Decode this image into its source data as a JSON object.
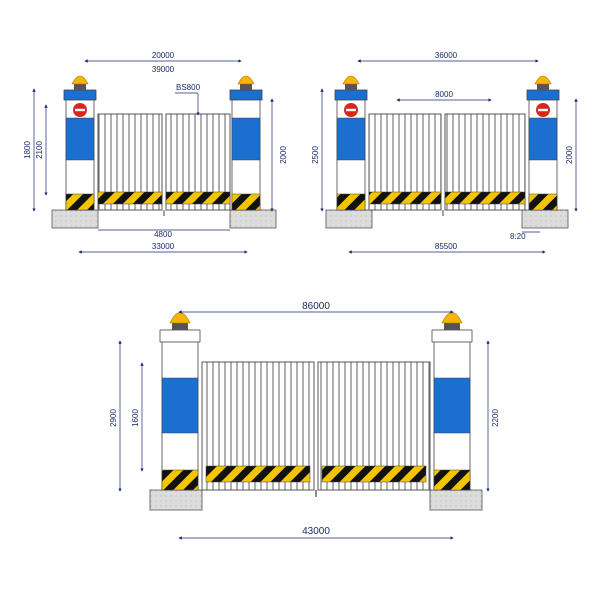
{
  "colors": {
    "post_blue": "#1a6fd1",
    "post_white": "#ffffff",
    "hazard_yellow": "#f2c500",
    "hazard_black": "#111111",
    "lamp_yellow": "#f7b500",
    "dimension": "#1a2a6c",
    "foundation": "#d9d9d9",
    "no_entry_red": "#d7261e"
  },
  "icons": [
    "warning-lamp-icon",
    "no-entry-sign-icon"
  ],
  "gate_top_left": {
    "dims": {
      "top_outer": "20000",
      "top_inner": "39000",
      "leader": "BS800",
      "left_outer": "1800",
      "left_inner": "2100",
      "right": "2000",
      "bottom_inner": "4800",
      "bottom_outer": "33000"
    }
  },
  "gate_top_right": {
    "dims": {
      "top_outer": "36000",
      "top_inner": "8000",
      "left": "2500",
      "right": "2000",
      "small_right": "8:20",
      "bottom": "85500"
    }
  },
  "gate_bottom": {
    "dims": {
      "top": "86000",
      "left_outer": "2900",
      "left_inner": "1600",
      "right": "2200",
      "bottom": "43000"
    }
  }
}
